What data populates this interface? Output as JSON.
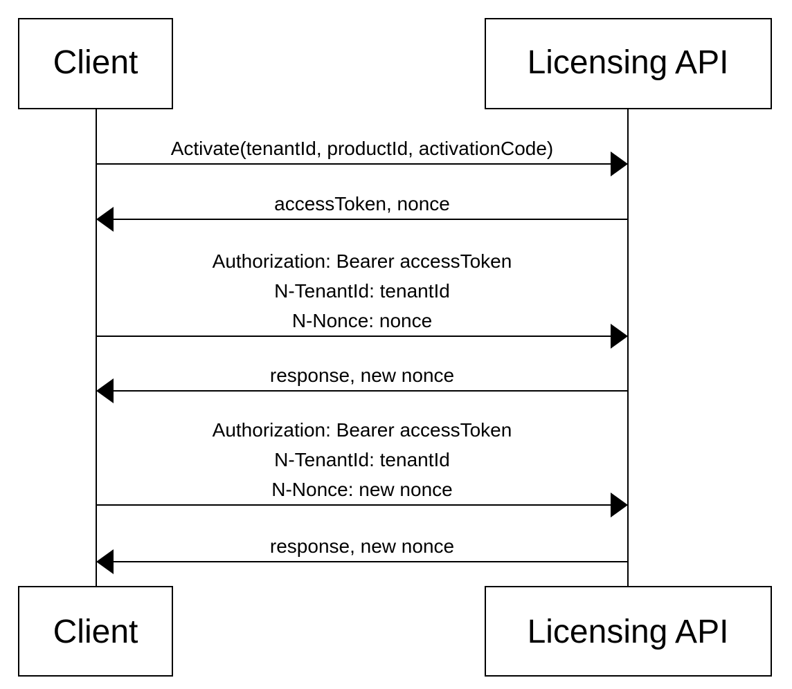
{
  "participants": {
    "client": "Client",
    "api": "Licensing API"
  },
  "messages": [
    {
      "from": "client",
      "to": "api",
      "lines": [
        "Activate(tenantId, productId, activationCode)"
      ]
    },
    {
      "from": "api",
      "to": "client",
      "lines": [
        "accessToken, nonce"
      ]
    },
    {
      "from": "client",
      "to": "api",
      "lines": [
        "Authorization: Bearer accessToken",
        "N-TenantId: tenantId",
        "N-Nonce: nonce"
      ]
    },
    {
      "from": "api",
      "to": "client",
      "lines": [
        "response, new nonce"
      ]
    },
    {
      "from": "client",
      "to": "api",
      "lines": [
        "Authorization: Bearer accessToken",
        "N-TenantId: tenantId",
        "N-Nonce: new nonce"
      ]
    },
    {
      "from": "api",
      "to": "client",
      "lines": [
        "response, new nonce"
      ]
    }
  ]
}
